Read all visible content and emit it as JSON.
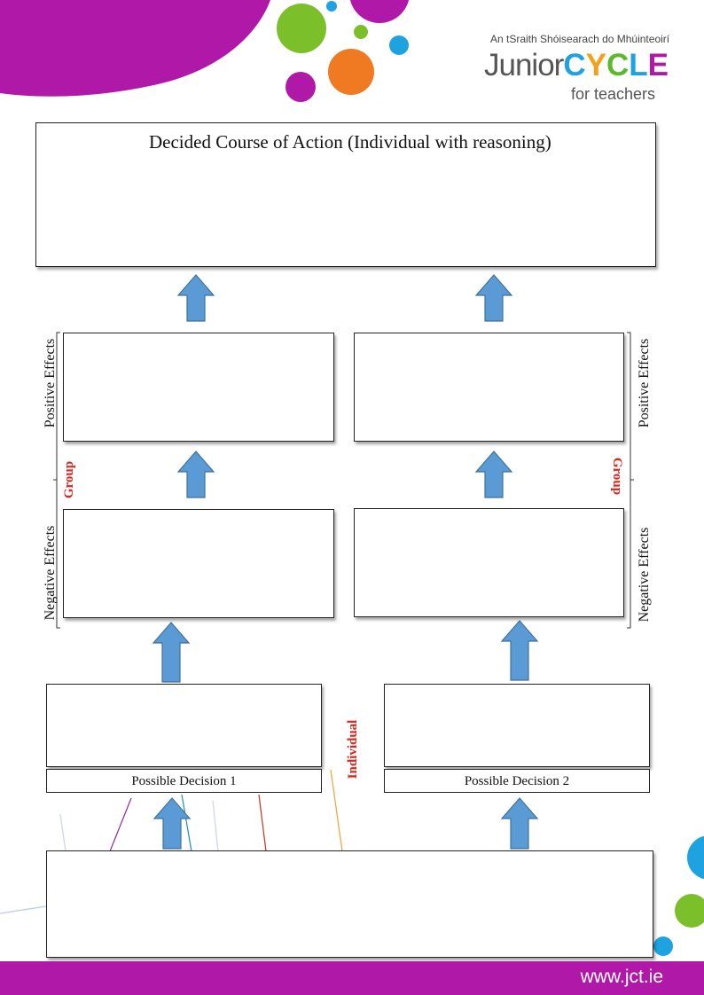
{
  "header": {
    "tagline": "An tSraith Shóisearach do Mhúinteoirí",
    "logo_junior": "Junior",
    "logo_cycle_letters": [
      "C",
      "Y",
      "C",
      "L",
      "E"
    ],
    "logo_cycle_colors": [
      "#1fa3e0",
      "#f5a01a",
      "#5db82e",
      "#1fa3e0",
      "#b018a8"
    ],
    "logo_sub": "for teachers"
  },
  "top_box": {
    "title": "Decided Course of Action (Individual with reasoning)"
  },
  "side_labels": {
    "positive_left": "Positive Effects",
    "negative_left": "Negative Effects",
    "positive_right": "Positive Effects",
    "negative_right": "Negative Effects",
    "group_left": "Group",
    "group_right": "Group",
    "individual": "Individual"
  },
  "decisions": {
    "decision1_label": "Possible Decision 1",
    "decision2_label": "Possible Decision 2"
  },
  "footer": {
    "website": "www.jct.ie"
  },
  "colors": {
    "brand_purple": "#b018a8",
    "brand_green": "#7bbf2a",
    "brand_blue": "#1fa3e0",
    "brand_orange": "#ef7a22",
    "arrow_fill": "#5b9bd5",
    "arrow_stroke": "#41719c",
    "label_red": "#e0221c"
  }
}
